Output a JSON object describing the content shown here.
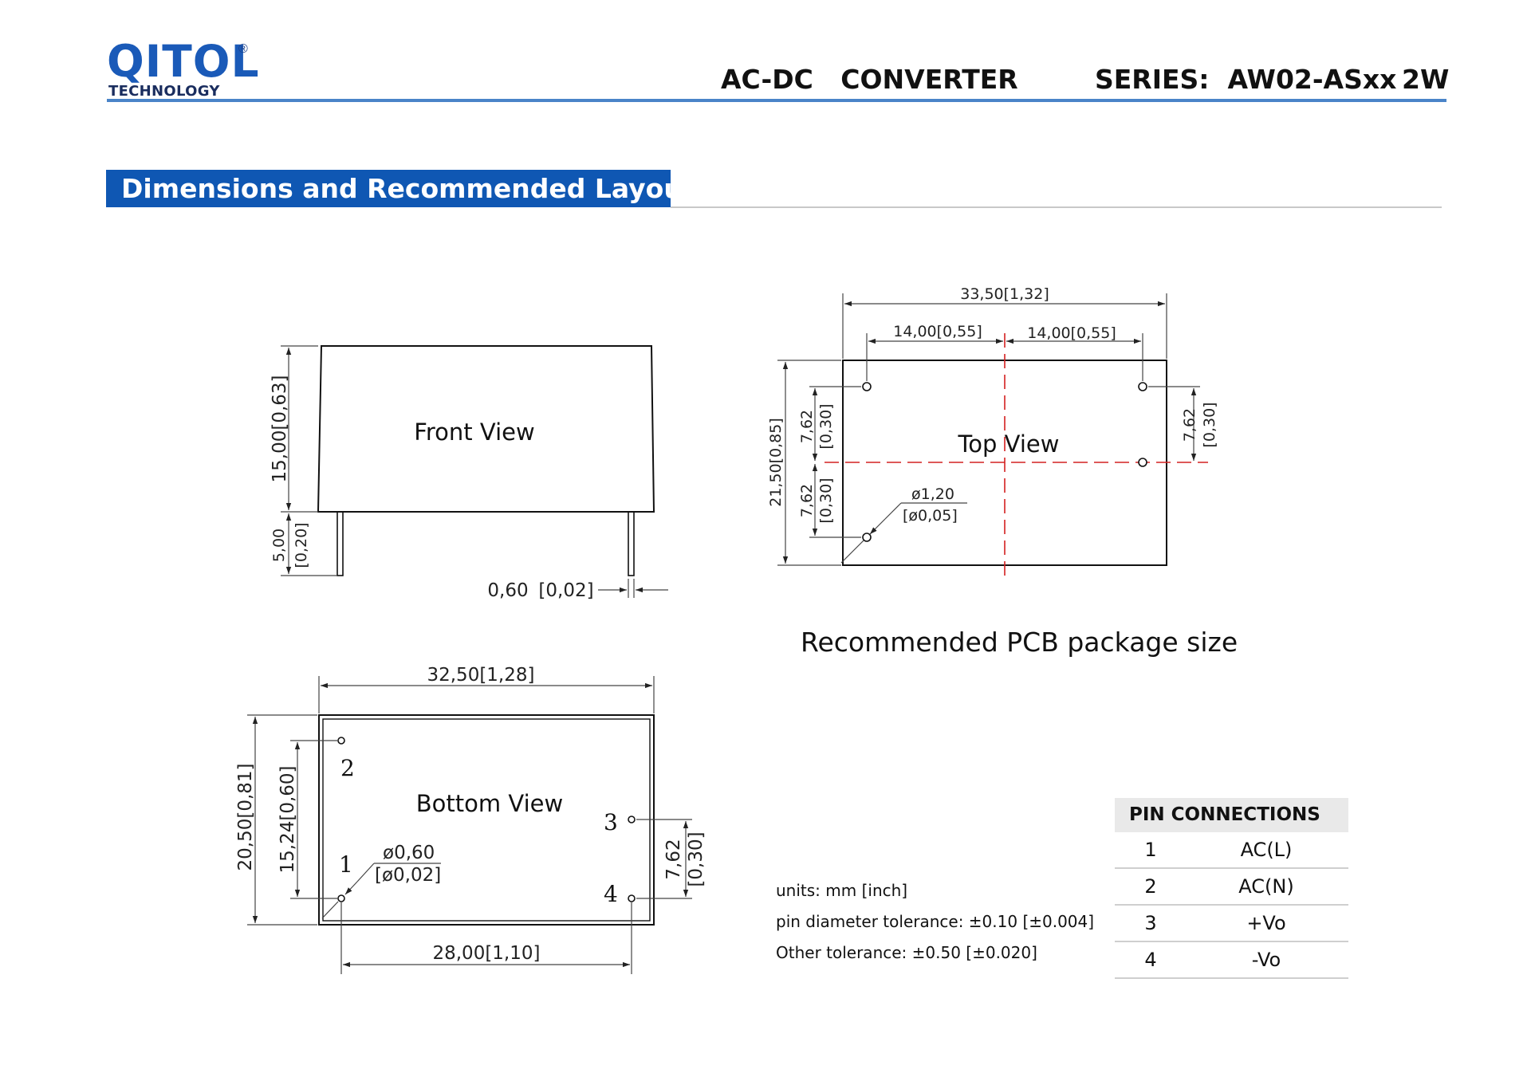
{
  "header": {
    "logo_text": "QITOL",
    "logo_registered": "®",
    "logo_subtitle": "TECHNOLOGY",
    "product_type": "AC-DC   CONVERTER",
    "series": "SERIES:  AW02-ASxx",
    "power": "2W",
    "brand_color": "#1a5ab8",
    "rule_color": "#4a84c8"
  },
  "section": {
    "title": "Dimensions and Recommended Layout",
    "bar_color": "#0f57b3"
  },
  "front_view": {
    "label": "Front View",
    "height_dim": "15,00[0,63]",
    "pin_length_dim": "5,00",
    "pin_length_inch": "[0,20]",
    "pin_width_dim": "0,60",
    "pin_width_inch": "[0,02]"
  },
  "top_view": {
    "label": "Top View",
    "width_dim": "33,50[1,32]",
    "half_left_dim": "14,00[0,55]",
    "half_right_dim": "14,00[0,55]",
    "height_dim": "21,50[0,85]",
    "upper_pitch_dim": "7,62",
    "upper_pitch_inch": "[0,30]",
    "lower_pitch_dim": "7,62",
    "lower_pitch_inch": "[0,30]",
    "right_pitch_dim": "7,62",
    "right_pitch_inch": "[0,30]",
    "hole_dim": "ø1,20",
    "hole_inch": "[ø0,05]"
  },
  "pcb_title": "Recommended PCB package size",
  "bottom_view": {
    "label": "Bottom View",
    "width_dim": "32,50[1,28]",
    "height_dim": "20,50[0,81]",
    "pin_span_dim": "15,24[0,60]",
    "pin_spacing_dim": "28,00[1,10]",
    "right_pitch_dim": "7,62",
    "right_pitch_inch": "[0,30]",
    "pin_dia_dim": "ø0,60",
    "pin_dia_inch": "[ø0,02]",
    "pin_labels": [
      "1",
      "2",
      "3",
      "4"
    ]
  },
  "notes": [
    "units: mm [inch]",
    "pin diameter tolerance: ±0.10 [±0.004]",
    "Other tolerance: ±0.50 [±0.020]"
  ],
  "pin_connections": {
    "header": "PIN CONNECTIONS",
    "rows": [
      {
        "pin": "1",
        "function": "AC(L)"
      },
      {
        "pin": "2",
        "function": "AC(N)"
      },
      {
        "pin": "3",
        "function": "+Vo"
      },
      {
        "pin": "4",
        "function": "-Vo"
      }
    ]
  }
}
